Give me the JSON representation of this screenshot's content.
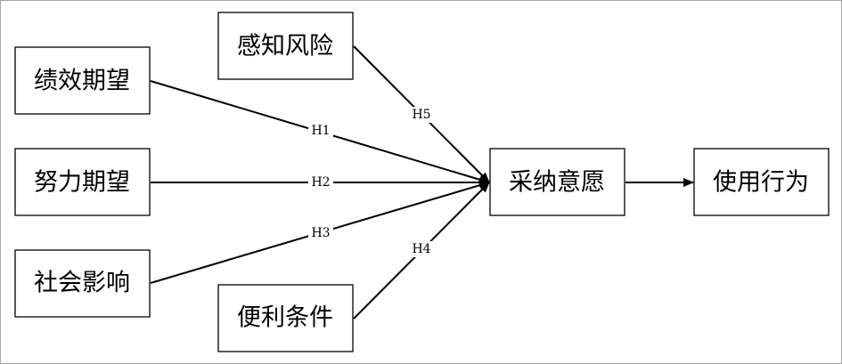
{
  "constructs": {
    "performance_expectancy": "绩效期望",
    "effort_expectancy": "努力期望",
    "social_influence": "社会影响",
    "perceived_risk": "感知风险",
    "facilitating_conditions": "便利条件",
    "adoption_intention": "采纳意愿",
    "use_behavior": "使用行为"
  },
  "hypotheses": {
    "h1": "H1",
    "h2": "H2",
    "h3": "H3",
    "h4": "H4",
    "h5": "H5"
  }
}
